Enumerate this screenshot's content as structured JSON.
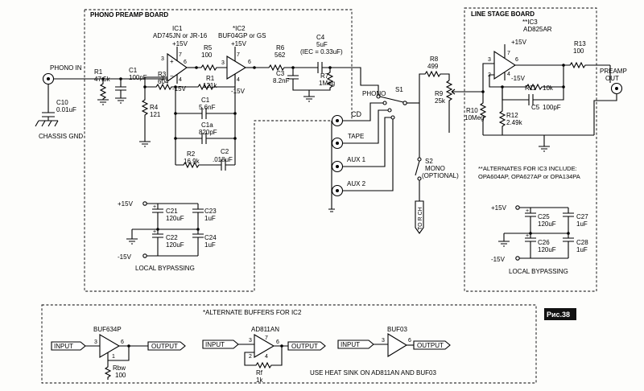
{
  "phono_board": {
    "title": "PHONO PREAMP BOARD",
    "ic1": [
      "IC1",
      "AD745JN or JR-16"
    ],
    "ic2": [
      "*IC2",
      "BUF04GP or GS"
    ],
    "phono_in": "PHONO IN",
    "r1": [
      "R1",
      "47.5k"
    ],
    "c1t": [
      "C1",
      "100pF"
    ],
    "c10": [
      "C10",
      "0.01uF"
    ],
    "chassis_gnd": "CHASSIS GND",
    "r3": [
      "R3",
      "604"
    ],
    "r4": [
      "R4",
      "121"
    ],
    "r5": [
      "R5",
      "100"
    ],
    "r1b": [
      "R1",
      "121k"
    ],
    "c1": [
      "C1",
      "5.6nF"
    ],
    "c1a": [
      "C1a",
      "820pF"
    ],
    "r2": [
      "R2",
      "16.9k"
    ],
    "c2": [
      "C2",
      ".018uF"
    ],
    "r6": [
      "R6",
      "562"
    ],
    "c4": [
      "C4",
      "5uF",
      "(IEC = 0.33uF)"
    ],
    "c3": [
      "C3",
      "8.2nF"
    ],
    "r7": [
      "R7",
      "1Meg"
    ],
    "plus15": "+15V",
    "minus15": "-15V",
    "c21": [
      "C21",
      "120uF"
    ],
    "c22": [
      "C22",
      "120uF"
    ],
    "c23": [
      "C23",
      "1uF"
    ],
    "c24": [
      "C24",
      "1uF"
    ],
    "local_bypassing": "LOCAL BYPASSING"
  },
  "selector": {
    "phono": "PHONO",
    "s1": "S1",
    "cd": "CD",
    "tape": "TAPE",
    "aux1": "AUX 1",
    "aux2": "AUX 2",
    "r8": [
      "R8",
      "499"
    ],
    "r9": [
      "R9",
      "25k"
    ],
    "s2": [
      "S2",
      "MONO",
      "(OPTIONAL)"
    ],
    "to_r_ch": "TO R CH"
  },
  "line_board": {
    "title": "LINE STAGE BOARD",
    "ic3": [
      "**IC3",
      "AD825AR"
    ],
    "r13": [
      "R13",
      "100"
    ],
    "preamp_out": [
      "PREAMP",
      "OUT"
    ],
    "r11": [
      "R11",
      "10k"
    ],
    "c5": [
      "C5",
      "100pF"
    ],
    "r10": [
      "R10",
      "10Meg"
    ],
    "r12": [
      "R12",
      "2.49k"
    ],
    "alternates": [
      "**ALTERNATES FOR IC3 INCLUDE:",
      "OPA604AP, OPA627AP or OPA134PA"
    ],
    "plus15": "+15V",
    "minus15": "-15V",
    "c25": [
      "C25",
      "120uF"
    ],
    "c26": [
      "C26",
      "120uF"
    ],
    "c27": [
      "C27",
      "1uF"
    ],
    "c28": [
      "C28",
      "1uF"
    ],
    "local_bypassing": "LOCAL BYPASSING"
  },
  "alt_buffers": {
    "title": "*ALTERNATE BUFFERS FOR IC2",
    "buf634p": "BUF634P",
    "ad811an": "AD811AN",
    "buf03": "BUF03",
    "input": "INPUT",
    "output": "OUTPUT",
    "rbw": [
      "Rbw",
      "100"
    ],
    "rf": [
      "Rf",
      "1k"
    ],
    "note": "USE HEAT SINK ON AD811AN AND BUF03"
  },
  "figure_label": "Рис.38",
  "pins": {
    "p1": "1",
    "p2": "2",
    "p3": "3",
    "p4": "4",
    "p6": "6",
    "p7": "7"
  },
  "signs": {
    "plus": "+",
    "minus": "−"
  }
}
